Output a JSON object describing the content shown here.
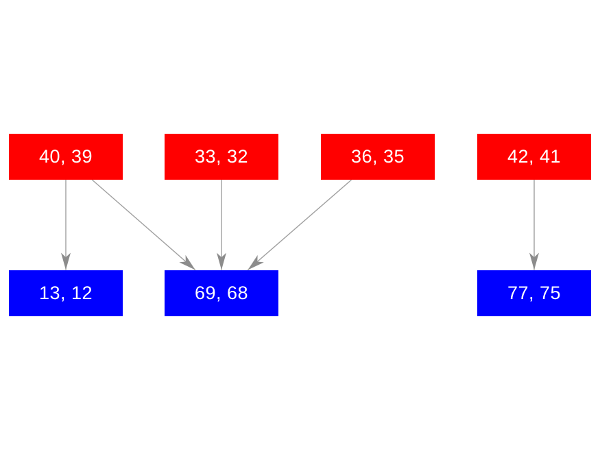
{
  "diagram": {
    "type": "directed-graph",
    "background": "#ffffff",
    "colors": {
      "top_row_fill": "#ff0000",
      "bottom_row_fill": "#0000ff",
      "edge_line": "#a0a0a0",
      "arrowhead": "#8c8c8c",
      "node_text": "#ffffff"
    },
    "nodes": [
      {
        "id": "r1",
        "label": "40, 39",
        "row": "top"
      },
      {
        "id": "r2",
        "label": "33, 32",
        "row": "top"
      },
      {
        "id": "r3",
        "label": "36, 35",
        "row": "top"
      },
      {
        "id": "r4",
        "label": "42, 41",
        "row": "top"
      },
      {
        "id": "b1",
        "label": "13, 12",
        "row": "bottom"
      },
      {
        "id": "b2",
        "label": "69, 68",
        "row": "bottom"
      },
      {
        "id": "b3",
        "label": "77, 75",
        "row": "bottom"
      }
    ],
    "edges": [
      {
        "from": "r1",
        "to": "b1"
      },
      {
        "from": "r1",
        "to": "b2"
      },
      {
        "from": "r2",
        "to": "b2"
      },
      {
        "from": "r3",
        "to": "b2"
      },
      {
        "from": "r4",
        "to": "b3"
      }
    ]
  }
}
